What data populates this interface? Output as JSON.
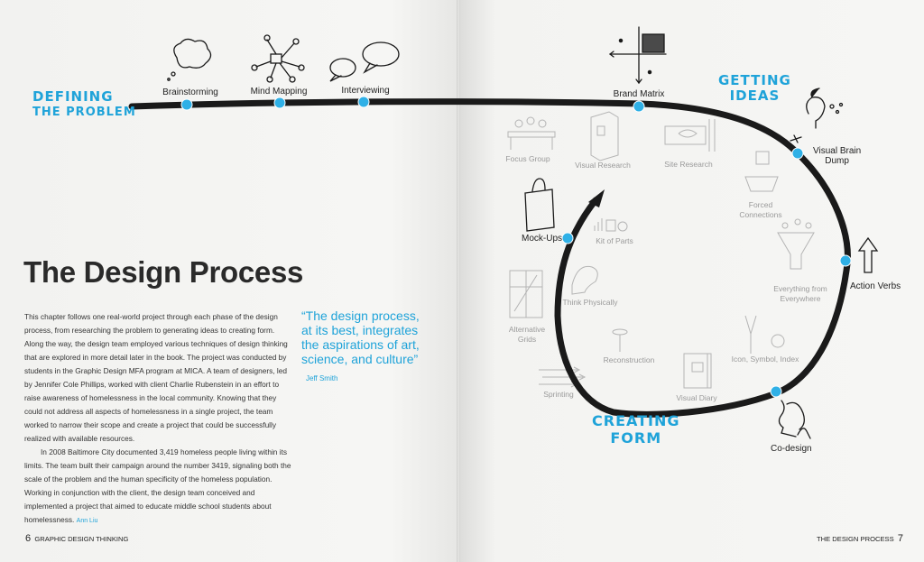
{
  "labels": {
    "defining_1": "DEFINING",
    "defining_2": "THE PROBLEM",
    "getting_1": "GETTING",
    "getting_2": "IDEAS",
    "creating_1": "CREATING",
    "creating_2": "FORM"
  },
  "stages": {
    "brainstorming": "Brainstorming",
    "mind_mapping": "Mind Mapping",
    "interviewing": "Interviewing",
    "brand_matrix": "Brand Matrix",
    "visual_brain_dump_1": "Visual Brain",
    "visual_brain_dump_2": "Dump",
    "action_verbs": "Action Verbs",
    "co_design": "Co-design",
    "mock_ups": "Mock-Ups"
  },
  "ghost_methods": {
    "focus_group": "Focus Group",
    "visual_research": "Visual Research",
    "site_research": "Site Research",
    "forced_connections_1": "Forced",
    "forced_connections_2": "Connections",
    "kit_of_parts": "Kit of Parts",
    "everything_1": "Everything from",
    "everything_2": "Everywhere",
    "think_physically": "Think Physically",
    "alternative_grids_1": "Alternative",
    "alternative_grids_2": "Grids",
    "reconstruction": "Reconstruction",
    "icon_symbol_index": "Icon, Symbol, Index",
    "sprinting": "Sprinting",
    "visual_diary": "Visual Diary"
  },
  "title": "The Design Process",
  "body": {
    "p1": "This chapter follows one real-world project through each phase of the design process, from researching the problem to generating ideas to creating form. Along the way, the design team employed various techniques of design thinking that are explored in more detail later in the book. The project was conducted by students in the Graphic Design MFA program at MICA. A team of designers, led by Jennifer Cole Phillips, worked with client Charlie Rubenstein in an effort to raise awareness of homelessness in the local community. Knowing that they could not address all aspects of homelessness in a single project, the team worked to narrow their scope and create a project that could be successfully realized with available resources.",
    "p2": "In 2008 Baltimore City documented 3,419 homeless people living within its limits. The team built their campaign around the number 3419, signaling both the scale of the problem and the human specificity of the homeless population. Working in conjunction with the client, the design team conceived and implemented a project that aimed to educate middle school students about homelessness.",
    "p2_credit": "Ann Liu"
  },
  "quote": {
    "text": "“The design process, at its best, integrates the aspirations of art, science, and culture”",
    "author": "Jeff Smith"
  },
  "folio": {
    "left_number": "6",
    "left_title": "GRAPHIC DESIGN THINKING",
    "right_title": "THE DESIGN PROCESS",
    "right_number": "7"
  },
  "colors": {
    "accent": "#1fa3d9",
    "line": "#1a1a1a",
    "ghost": "#9a9a9a"
  }
}
